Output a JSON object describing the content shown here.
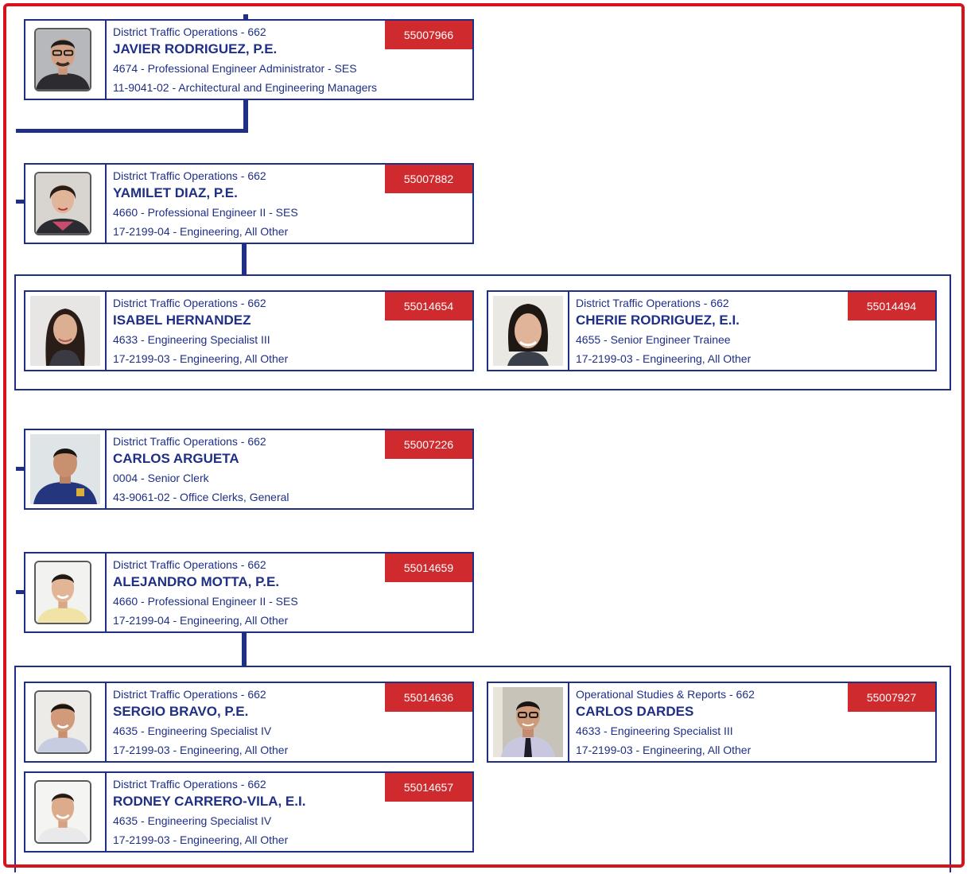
{
  "colors": {
    "frame": "#d7121b",
    "line": "#1f2f86",
    "text": "#1f2f86",
    "badge": "#cf2a2e"
  },
  "cards": [
    {
      "department": "District Traffic Operations - 662",
      "name": "JAVIER RODRIGUEZ, P.E.",
      "position": "4674 - Professional Engineer Administrator - SES",
      "occupation": "11-9041-02 - Architectural and Engineering Managers",
      "id": "55007966",
      "photo": "man-with-glasses-photo"
    },
    {
      "department": "District Traffic Operations - 662",
      "name": "YAMILET DIAZ, P.E.",
      "position": "4660 - Professional Engineer II - SES",
      "occupation": "17-2199-04 - Engineering, All Other",
      "id": "55007882",
      "photo": "woman-photo"
    },
    {
      "department": "District Traffic Operations - 662",
      "name": "ISABEL HERNANDEZ",
      "position": "4633 - Engineering Specialist III",
      "occupation": "17-2199-03 - Engineering, All Other",
      "id": "55014654",
      "photo": "woman-long-hair-photo"
    },
    {
      "department": "District Traffic Operations - 662",
      "name": "CHERIE RODRIGUEZ, E.I.",
      "position": "4655 - Senior Engineer Trainee",
      "occupation": "17-2199-03 - Engineering, All Other",
      "id": "55014494",
      "photo": "woman-photo"
    },
    {
      "department": "District Traffic Operations - 662",
      "name": "CARLOS ARGUETA",
      "position": "0004 - Senior Clerk",
      "occupation": "43-9061-02 - Office Clerks, General",
      "id": "55007226",
      "photo": "man-blue-shirt-photo"
    },
    {
      "department": "District Traffic Operations - 662",
      "name": "ALEJANDRO MOTTA, P.E.",
      "position": "4660 - Professional Engineer II - SES",
      "occupation": "17-2199-04 - Engineering, All Other",
      "id": "55014659",
      "photo": "man-photo"
    },
    {
      "department": "District Traffic Operations - 662",
      "name": "SERGIO BRAVO, P.E.",
      "position": "4635 - Engineering Specialist IV",
      "occupation": "17-2199-03 - Engineering, All Other",
      "id": "55014636",
      "photo": "man-photo"
    },
    {
      "department": "Operational Studies & Reports - 662",
      "name": "CARLOS DARDES",
      "position": "4633 - Engineering Specialist III",
      "occupation": "17-2199-03 - Engineering, All Other",
      "id": "55007927",
      "photo": "man-tie-photo"
    },
    {
      "department": "District Traffic Operations - 662",
      "name": "RODNEY CARRERO-VILA, E.I.",
      "position": "4635 - Engineering Specialist IV",
      "occupation": "17-2199-03 - Engineering, All Other",
      "id": "55014657",
      "photo": "man-photo"
    }
  ]
}
